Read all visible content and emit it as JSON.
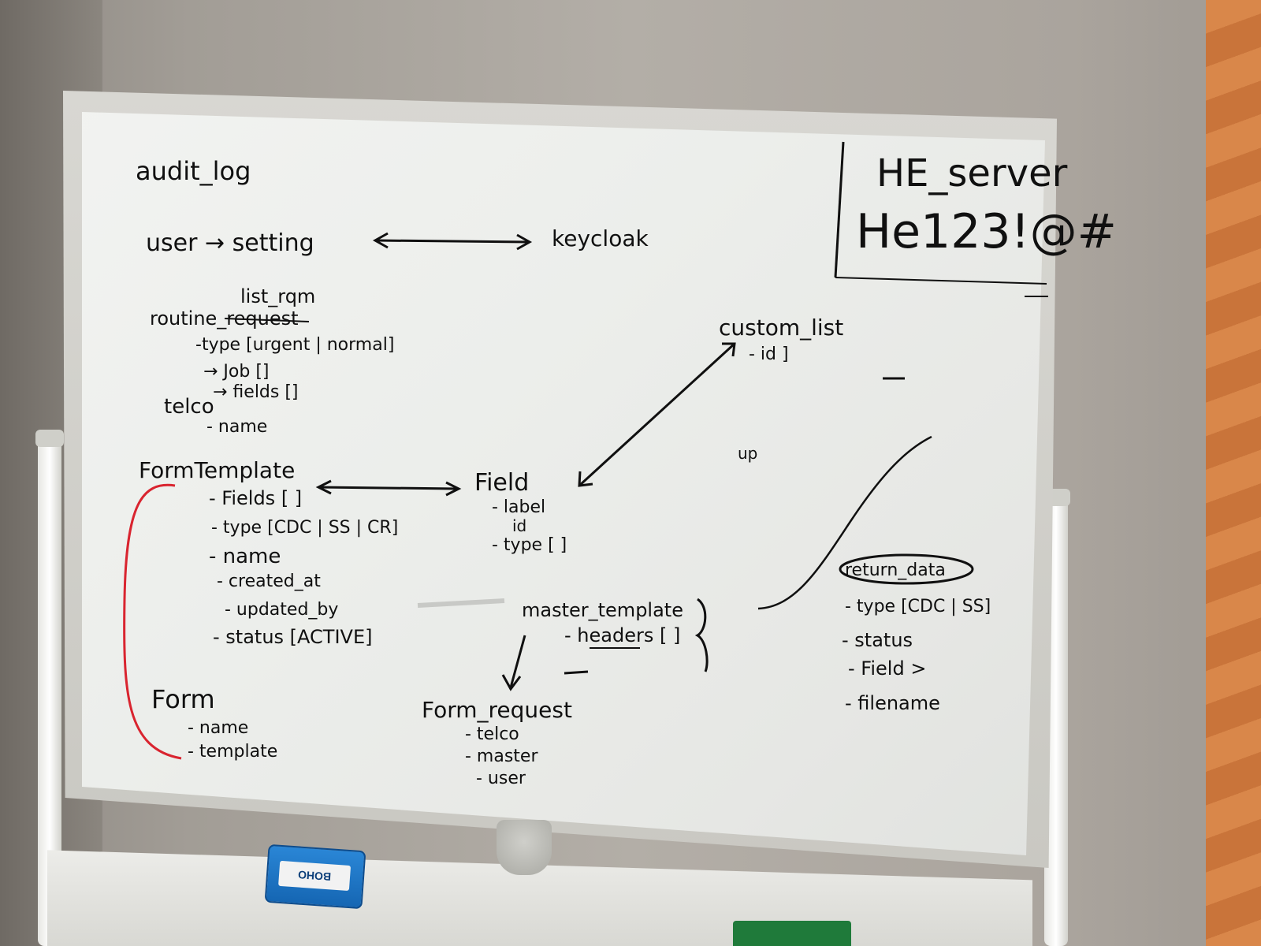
{
  "scene": {
    "subject": "Whiteboard with handwritten data model notes",
    "colors": {
      "ink": "#101010",
      "red_marker": "#d9242f",
      "board": "#eceeeb",
      "wall": "#aaa49d",
      "eraser": "#1f73c4",
      "wood": "#d9874a"
    }
  },
  "eraser": {
    "brand": "BOHO"
  },
  "whiteboard": {
    "audit_log": "audit_log",
    "user_setting": "user → setting",
    "keycloak": "keycloak",
    "list_reqs": "list_rqm",
    "routine_request": "routine_request",
    "type_line": "-type [urgent | normal]",
    "job_line": "→ Job []",
    "fields_line": "→ fields []",
    "telco": "telco",
    "telco_name": "- name",
    "form_template": "FormTemplate",
    "ft_fields": "- Fields [ ]",
    "ft_type": "- type [CDC | SS | CR]",
    "ft_name": "- name",
    "ft_created": "- created_at",
    "ft_updated": "- updated_by",
    "ft_status": "- status [ACTIVE]",
    "form": "Form",
    "form_name": "- name",
    "form_template_ref": "- template",
    "field": "Field",
    "field_label": "- label",
    "field_id": "id",
    "field_type": "- type [      ]",
    "custom_list": "custom_list",
    "custom_list_id": "- id ]",
    "up": "up",
    "master_template": "master_template",
    "headers": "- headers [ ]",
    "form_request": "Form_request",
    "fr_telco": "- telco",
    "fr_master": "- master",
    "fr_user": "- user",
    "return_data": "return_data",
    "rd_type": "- type [CDC | SS]",
    "rd_status": "- status",
    "rd_field": "- Field >",
    "rd_filename": "- filename",
    "server_name": "HE_server",
    "server_secret": "He123!@#"
  }
}
